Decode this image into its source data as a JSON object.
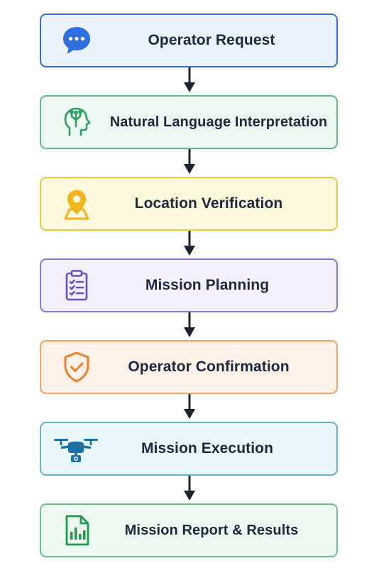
{
  "steps": [
    {
      "label": "Operator Request",
      "icon": "chat-bubble-icon",
      "border": "#3a6fd8",
      "fill": "#eaf2fd",
      "accent": "#2f6fe0"
    },
    {
      "label": "Natural Language Interpretation",
      "icon": "ai-head-icon",
      "border": "#5bb98a",
      "fill": "#ecf8f1",
      "accent": "#2e9e63"
    },
    {
      "label": "Location Verification",
      "icon": "map-pin-icon",
      "border": "#f0c64a",
      "fill": "#fdf7dc",
      "accent": "#f2b51c"
    },
    {
      "label": "Mission Planning",
      "icon": "clipboard-checklist-icon",
      "border": "#8d74d2",
      "fill": "#f3effc",
      "accent": "#6a4fc4"
    },
    {
      "label": "Operator Confirmation",
      "icon": "shield-check-icon",
      "border": "#f0a060",
      "fill": "#fdf1e8",
      "accent": "#ee7d2c"
    },
    {
      "label": "Mission Execution",
      "icon": "drone-icon",
      "border": "#62b4cc",
      "fill": "#e9f6fa",
      "accent": "#1d70a8"
    },
    {
      "label": "Mission Report & Results",
      "icon": "report-document-icon",
      "border": "#6cc08a",
      "fill": "#edf8f0",
      "accent": "#1f9a4e"
    }
  ],
  "arrow_color": "#1c2230"
}
